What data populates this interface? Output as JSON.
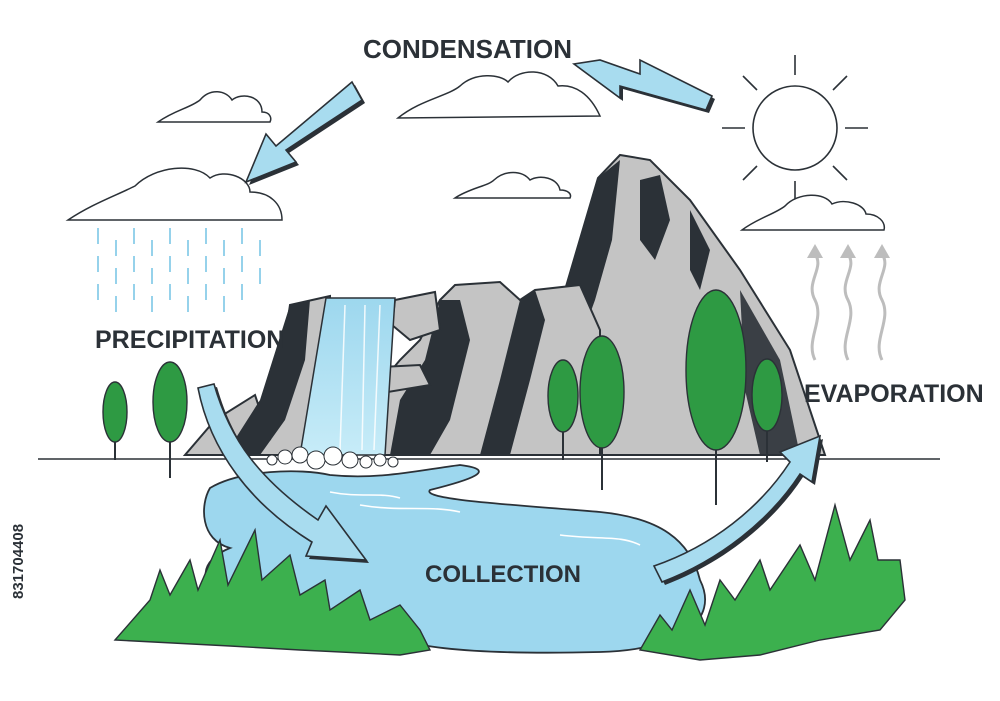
{
  "labels": {
    "condensation": "CONDENSATION",
    "precipitation": "PRECIPITATION",
    "evaporation": "EVAPORATION",
    "collection": "COLLECTION"
  },
  "stock_id": "831704408",
  "colors": {
    "water": "#9dd7ee",
    "arrow": "#a8dcef",
    "arrow_shadow": "#2b3137",
    "rock": "#c4c4c4",
    "rock_shadow": "#2b3137",
    "tree": "#2e9a43",
    "grass": "#3cb04e",
    "rain": "#7cc6e6",
    "steam": "#bdbdbd"
  },
  "icons": [
    "sun-icon",
    "cloud-icon",
    "tree-icon",
    "arrow-icon",
    "waterfall-icon",
    "grass-icon"
  ]
}
